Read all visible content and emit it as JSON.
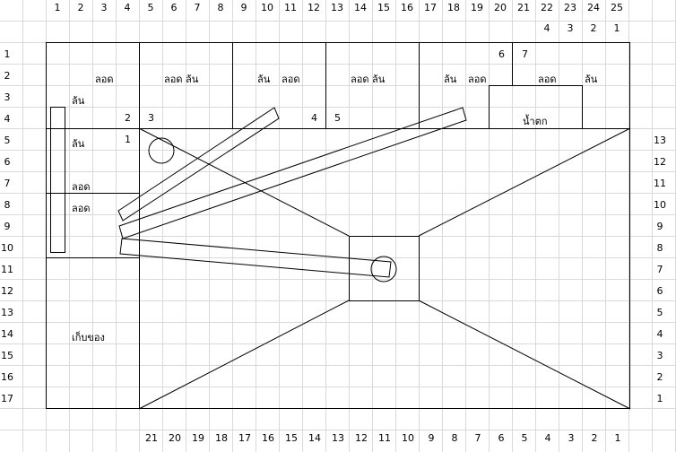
{
  "top_col_numbers": [
    "1",
    "2",
    "3",
    "4",
    "5",
    "6",
    "7",
    "8",
    "9",
    "10",
    "11",
    "12",
    "13",
    "14",
    "15",
    "16",
    "17",
    "18",
    "19",
    "20",
    "21",
    "22",
    "23",
    "24",
    "25"
  ],
  "top_right_numbers": [
    "4",
    "3",
    "2",
    "1"
  ],
  "left_row_numbers": [
    "1",
    "2",
    "3",
    "4",
    "5",
    "6",
    "7",
    "8",
    "9",
    "10",
    "11",
    "12",
    "13",
    "14",
    "15",
    "16",
    "17"
  ],
  "right_numbers": [
    "13",
    "12",
    "11",
    "10",
    "9",
    "8",
    "7",
    "6",
    "5",
    "4",
    "3",
    "2",
    "1"
  ],
  "bottom_numbers": [
    "21",
    "20",
    "19",
    "18",
    "17",
    "16",
    "15",
    "14",
    "13",
    "12",
    "11",
    "10",
    "9",
    "8",
    "7",
    "6",
    "5",
    "4",
    "3",
    "2",
    "1"
  ],
  "labels": {
    "lod": "ลอด",
    "lon": "ล้น",
    "lod_lon": "ลอด  ล้น",
    "nam_tok": "น้ำตก",
    "kep_khong": "เก็บของ"
  },
  "board_numbers": {
    "n1": "1",
    "n2": "2",
    "n3": "3",
    "n4": "4",
    "n5": "5",
    "n6": "6",
    "n7": "7"
  }
}
